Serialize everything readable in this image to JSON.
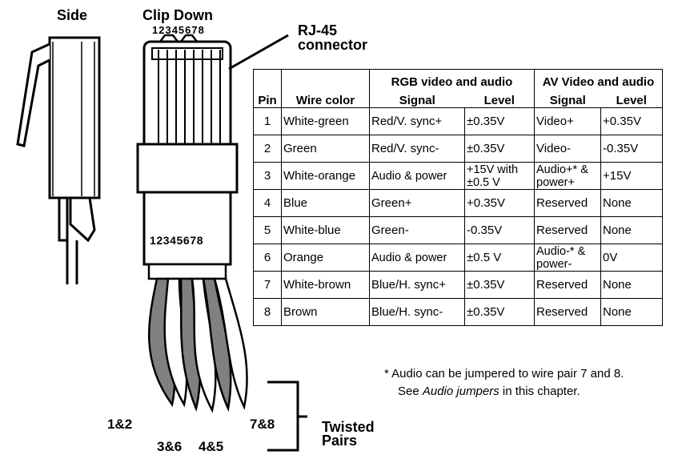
{
  "labels": {
    "side": "Side",
    "clip_down": "Clip Down",
    "pin_numbers_top": "12345678",
    "pin_numbers_bottom": "12345678",
    "connector_line1": "RJ-45",
    "connector_line2": "connector",
    "pair_12": "1&2",
    "pair_36": "3&6",
    "pair_45": "4&5",
    "pair_78": "7&8",
    "twisted_line1": "Twisted",
    "twisted_line2": "Pairs"
  },
  "table": {
    "header_pin": "Pin",
    "header_wire": "Wire color",
    "group_rgb": "RGB video and audio",
    "group_av": "AV Video and audio",
    "sub_signal": "Signal",
    "sub_level": "Level",
    "sub_signal2": "Signal",
    "sub_level2": "Level",
    "rows": [
      {
        "pin": "1",
        "wire": "White-green",
        "rgb_signal": "Red/V. sync+",
        "rgb_level": "±0.35V",
        "av_signal": "Video+",
        "av_level": "+0.35V"
      },
      {
        "pin": "2",
        "wire": "Green",
        "rgb_signal": "Red/V. sync-",
        "rgb_level": "±0.35V",
        "av_signal": "Video-",
        "av_level": "-0.35V"
      },
      {
        "pin": "3",
        "wire": "White-orange",
        "rgb_signal": "Audio & power",
        "rgb_level": "+15V with ±0.5 V",
        "av_signal": "Audio+* & power+",
        "av_level": "+15V"
      },
      {
        "pin": "4",
        "wire": "Blue",
        "rgb_signal": "Green+",
        "rgb_level": "+0.35V",
        "av_signal": "Reserved",
        "av_level": "None"
      },
      {
        "pin": "5",
        "wire": "White-blue",
        "rgb_signal": "Green-",
        "rgb_level": "-0.35V",
        "av_signal": "Reserved",
        "av_level": "None"
      },
      {
        "pin": "6",
        "wire": "Orange",
        "rgb_signal": "Audio & power",
        "rgb_level": "±0.5 V",
        "av_signal": "Audio-* & power-",
        "av_level": "0V"
      },
      {
        "pin": "7",
        "wire": "White-brown",
        "rgb_signal": "Blue/H. sync+",
        "rgb_level": "±0.35V",
        "av_signal": "Reserved",
        "av_level": "None"
      },
      {
        "pin": "8",
        "wire": "Brown",
        "rgb_signal": "Blue/H. sync-",
        "rgb_level": "±0.35V",
        "av_signal": "Reserved",
        "av_level": "None"
      }
    ]
  },
  "note": {
    "line1": "*  Audio can be jumpered to wire pair 7 and 8.",
    "line2_pre": "See ",
    "line2_em": "Audio jumpers",
    "line2_post": " in this chapter."
  }
}
